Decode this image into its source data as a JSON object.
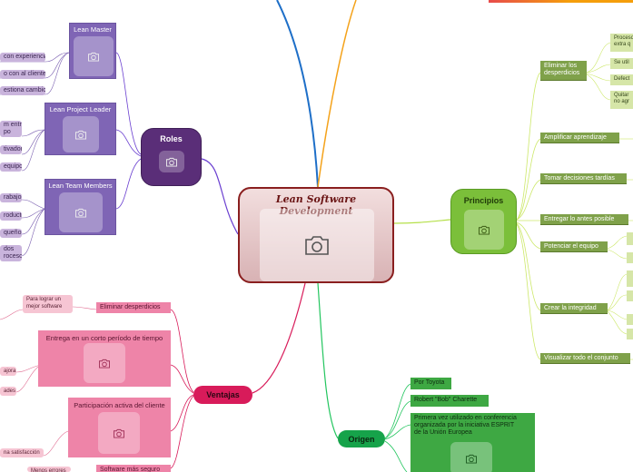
{
  "center": {
    "title": "Lean Software Development",
    "icon": "camera-icon"
  },
  "roles": {
    "title": "Roles",
    "groups": [
      {
        "title": "Lean Master",
        "leaves": [
          "con experiencia",
          "o con al cliente",
          "estiona cambios"
        ]
      },
      {
        "title": "Lean Project Leader",
        "leaves": [
          "m entre\npo",
          "tivador",
          "equipo"
        ]
      },
      {
        "title": "Lean Team Members",
        "leaves": [
          "rabajo",
          "roducto",
          "queño",
          "dos\nroceso"
        ]
      }
    ]
  },
  "ventajas": {
    "title": "Ventajas",
    "items": [
      {
        "title": "Eliminar desperdicios",
        "leaves": [
          "Para lograr un\nmejor software"
        ]
      },
      {
        "title": "Entrega en un corto período de tiempo",
        "leaves": [
          "ajora",
          "ades"
        ]
      },
      {
        "title": "Participación activa del cliente",
        "leaves": [
          "na satisfacción"
        ]
      },
      {
        "title": "Software más seguro",
        "leaves": [
          "Menos errores"
        ]
      }
    ]
  },
  "principios": {
    "title": "Principios",
    "items": [
      {
        "title": "Eliminar los\ndesperdicios",
        "leaves": [
          "Proceso\nextra q",
          "Se util",
          "Defect",
          "Quitar\nno agr"
        ]
      },
      {
        "title": "Amplificar aprendizaje",
        "leaves": []
      },
      {
        "title": "Tomar decisiones tardías",
        "leaves": []
      },
      {
        "title": "Entregar lo antes posible",
        "leaves": []
      },
      {
        "title": "Potenciar el equipo",
        "leaves": [
          "",
          ""
        ]
      },
      {
        "title": "Crear la integridad",
        "leaves": [
          "",
          "",
          "",
          ""
        ]
      },
      {
        "title": "Visualizar todo el conjunto",
        "leaves": []
      }
    ]
  },
  "origen": {
    "title": "Origen",
    "items": [
      "Por Toyota",
      "Robert \"Bob\" Charette",
      "Primera vez utilizado en conferencia\norganizada por la iniciativa ESPRIT\nde la Unión Europea"
    ]
  },
  "colors": {
    "roles": "#5a2e78",
    "ventajas": "#d81b5a",
    "principios": "#7bbf3a",
    "origen": "#16a34a",
    "blue_branch": "#1565c0",
    "orange_branch": "#f59e0b"
  }
}
